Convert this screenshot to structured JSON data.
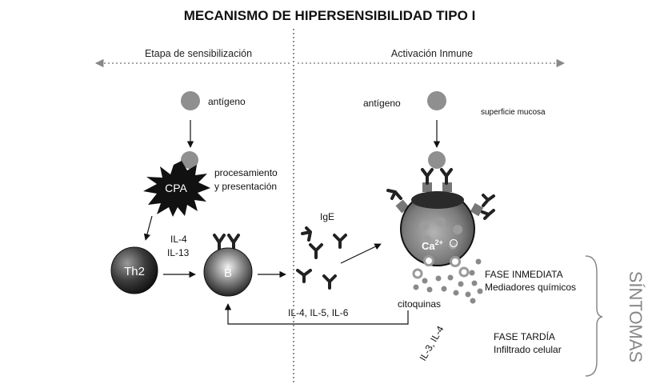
{
  "title": "MECANISMO DE HIPERSENSIBILIDAD TIPO I",
  "stages": {
    "left": "Etapa de sensibilización",
    "right": "Activación Inmune"
  },
  "left_panel": {
    "antigen_label": "antígeno",
    "apc_label": "CPA",
    "processing_line1": "procesamiento",
    "processing_line2": "y presentación",
    "th2_label": "Th2",
    "cytokines_line1": "IL-4",
    "cytokines_line2": "IL-13",
    "bcell_label": "B"
  },
  "right_panel": {
    "antigen_label": "antígeno",
    "mucosa_label": "superficie mucosa",
    "ige_label": "IgE",
    "calcium_label": "Ca",
    "calcium_superscript": "2+",
    "cytokines_label": "citoquinas",
    "feedback_label": "IL-4, IL-5, IL-6",
    "il_rotated_label": "IL-3, IL-4"
  },
  "phases": {
    "immediate_title": "FASE INMEDIATA",
    "immediate_sub": "Mediadores químicos",
    "late_title": "FASE TARDÍA",
    "late_sub": "Infiltrado celular"
  },
  "symptoms_label": "SÍNTOMAS"
}
